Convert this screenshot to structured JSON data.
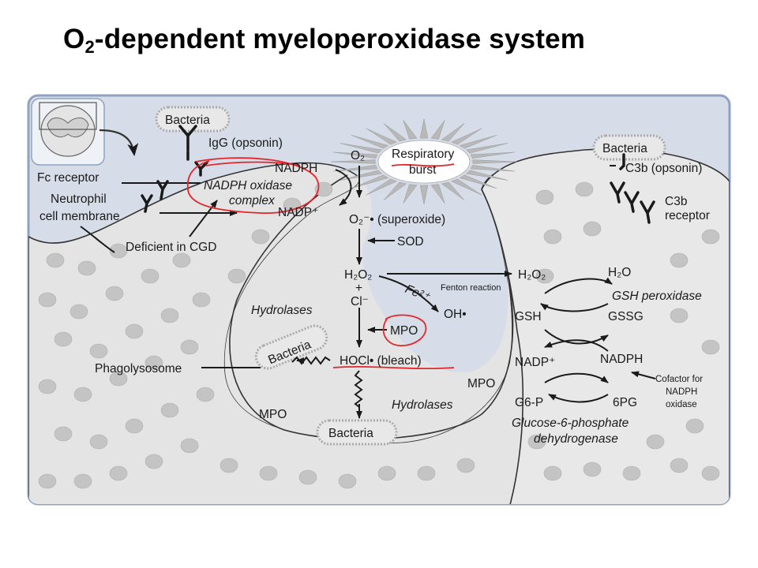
{
  "title": {
    "main_prefix": "O",
    "subscript": "2",
    "main_suffix": "-dependent myeloperoxidase system"
  },
  "colors": {
    "panel_background": "#d7dde8",
    "panel_border": "#8fa3bf",
    "cell_fill": "#e4e4e4",
    "granule": "#c4c4c4",
    "annotation_red": "#e0282c",
    "text": "#1a1a1a"
  },
  "icons": [
    "antibody-y-icon",
    "bacteria-blob-icon",
    "starburst-icon",
    "neutrophil-thumbnail-icon",
    "arrow-icon"
  ],
  "labels": {
    "bacteria_top": "Bacteria",
    "igg_opsonin": "IgG (opsonin)",
    "fc_receptor": "Fc receptor",
    "neutrophil_line1": "Neutrophil",
    "neutrophil_line2": "cell membrane",
    "deficient_cgd": "Deficient in CGD",
    "nadph_top": "NADPH",
    "nadph_oxidase_line1": "NADPH oxidase",
    "nadph_oxidase_line2": "complex",
    "nadp_plus_top": "NADP⁺",
    "o2": "O₂",
    "respiratory_line1": "Respiratory",
    "respiratory_line2": "burst",
    "superoxide": "O₂⁻• (superoxide)",
    "sod": "SOD",
    "h2o2_left": "H₂O₂",
    "plus": "+",
    "chloride": "Cl⁻",
    "fe": "Fe²⁺",
    "fenton": "Fenton reaction",
    "oh_radical": "OH•",
    "hydrolases_top": "Hydrolases",
    "mpo_center": "MPO",
    "bacteria_phago": "Bacteria",
    "phagolysosome": "Phagolysosome",
    "hocl": "HOCl• (bleach)",
    "mpo_right": "MPO",
    "mpo_left": "MPO",
    "hydrolases_bottom": "Hydrolases",
    "bacteria_bottom": "Bacteria",
    "bacteria_right": "Bacteria",
    "c3b_opsonin": "C3b (opsonin)",
    "c3b_line1": "C3b",
    "c3b_line2": "receptor",
    "h2o2_right": "H₂O₂",
    "h2o": "H₂O",
    "gsh_peroxidase": "GSH peroxidase",
    "gsh": "GSH",
    "gssg": "GSSG",
    "nadp_plus_right": "NADP⁺",
    "nadph_right": "NADPH",
    "cofactor_line1": "Cofactor for",
    "cofactor_line2": "NADPH",
    "cofactor_line3": "oxidase",
    "g6p": "G6-P",
    "sixpg": "6PG",
    "g6pd_line1": "Glucose-6-phosphate",
    "g6pd_line2": "dehydrogenase"
  }
}
